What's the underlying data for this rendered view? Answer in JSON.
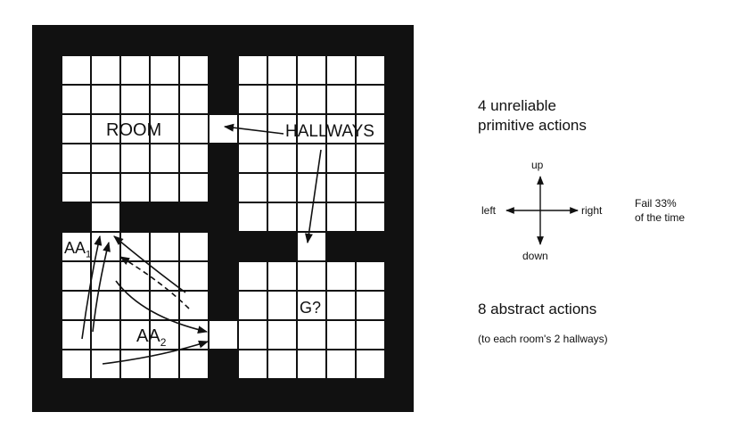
{
  "grid": {
    "room_label": "ROOM",
    "hallways_label": "HALLWAYS",
    "abstract_action_1": "AA",
    "abstract_action_1_sub": "1",
    "abstract_action_2": "AA",
    "abstract_action_2_sub": "2",
    "goal_label": "G?",
    "wall_color": "#111111",
    "cell_color": "#ffffff"
  },
  "legend": {
    "primitive_title_line1": "4 unreliable",
    "primitive_title_line2": "primitive actions",
    "up": "up",
    "down": "down",
    "left": "left",
    "right": "right",
    "fail_line1": "Fail 33%",
    "fail_line2": "of the time",
    "abstract_title": "8 abstract actions",
    "abstract_note": "(to each room's 2 hallways)"
  }
}
